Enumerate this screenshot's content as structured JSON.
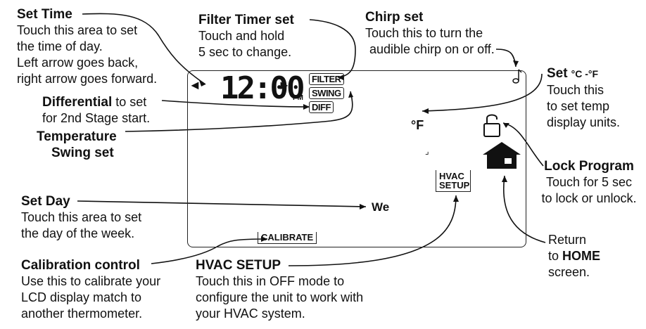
{
  "set_time": {
    "title": "Set Time",
    "lines": [
      "Touch this area to set",
      "the time of day.",
      "Left arrow goes back,",
      "right arrow goes forward."
    ]
  },
  "filter_timer": {
    "title": "Filter Timer set",
    "lines": [
      "Touch and hold",
      "5 sec to change."
    ]
  },
  "chirp": {
    "title": "Chirp set",
    "lines": [
      "Touch this to turn the",
      "audible chirp on or off."
    ]
  },
  "set_units": {
    "title": "Set",
    "units": "°C -°F",
    "lines": [
      "Touch this",
      "to set temp",
      "display units."
    ]
  },
  "differential": {
    "title": "Differential",
    "suffix": " to set",
    "line2": "for 2nd Stage start."
  },
  "temp_swing": {
    "line1": "Temperature",
    "line2": "Swing set"
  },
  "lock_program": {
    "title": "Lock Program",
    "lines": [
      "Touch for 5 sec",
      "to lock or unlock."
    ]
  },
  "set_day": {
    "title": "Set Day",
    "lines": [
      "Touch this area to set",
      "the day of the week."
    ]
  },
  "return_home": {
    "line1": "Return",
    "line2_prefix": "to ",
    "line2_bold": "HOME",
    "line3": "screen."
  },
  "calibration": {
    "title": "Calibration control",
    "lines": [
      "Use this to calibrate your",
      "LCD display match to",
      "another thermometer."
    ]
  },
  "hvac_setup": {
    "title": "HVAC SETUP",
    "lines": [
      "Touch this in OFF mode to",
      "configure the unit to work with",
      "your HVAC system."
    ]
  },
  "lcd": {
    "time": "12:00",
    "ampm": "PM",
    "left_arrow": "◄",
    "right_arrow": "►",
    "filter": "FILTER",
    "swing": "SWING",
    "diff": "DIFF",
    "unit": "°F",
    "day": "We",
    "hvac_line1": "HVAC",
    "hvac_line2": "SETUP",
    "calibrate": "CALIBRATE",
    "chirp_icon": "music-note-icon",
    "lock_icon": "open-lock-icon",
    "home_icon": "house-icon"
  }
}
